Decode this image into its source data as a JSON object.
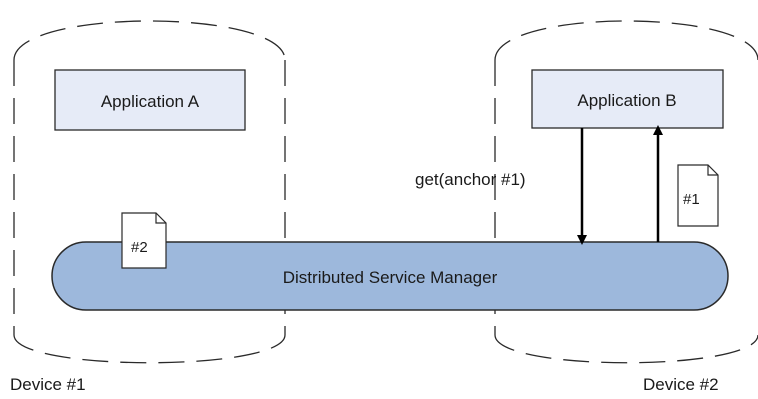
{
  "devices": [
    {
      "label": "Device #1"
    },
    {
      "label": "Device #2"
    }
  ],
  "applications": [
    {
      "label": "Application A"
    },
    {
      "label": "Application B"
    }
  ],
  "manager": {
    "label": "Distributed Service Manager"
  },
  "arrow_label": "get(anchor #1)",
  "documents": [
    {
      "label": "#2"
    },
    {
      "label": "#1"
    }
  ],
  "colors": {
    "app_fill": "#e6ebf7",
    "bus_fill": "#9db8dc",
    "stroke": "#2a2a2a"
  }
}
